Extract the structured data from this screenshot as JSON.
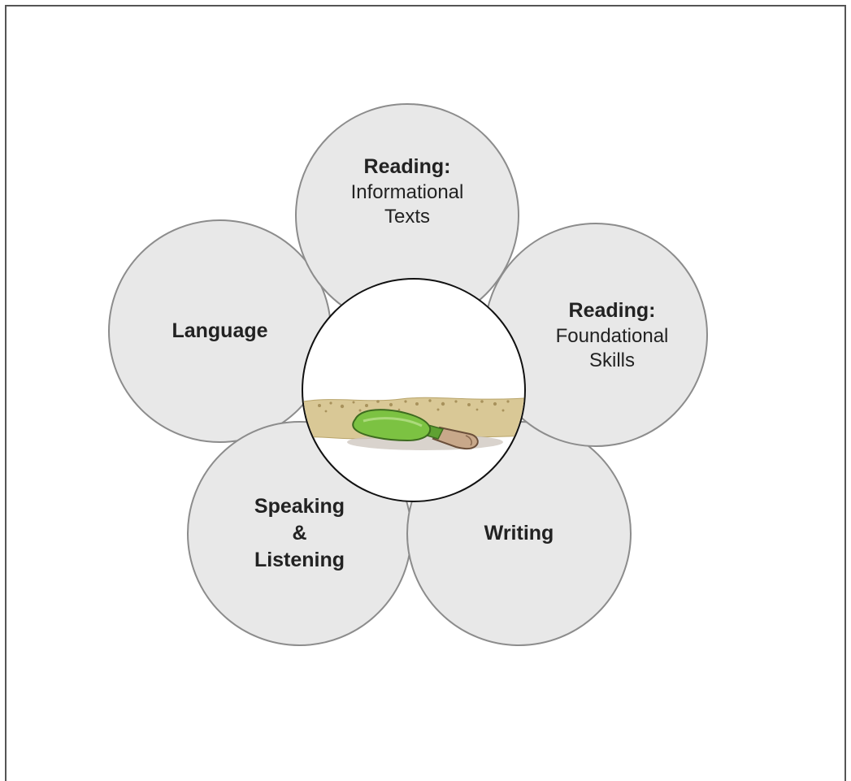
{
  "diagram": {
    "petals": {
      "reading_informational": {
        "title": "Reading:",
        "subtitle_line1": "Informational",
        "subtitle_line2": "Texts"
      },
      "reading_foundational": {
        "title": "Reading:",
        "subtitle_line1": "Foundational",
        "subtitle_line2": "Skills"
      },
      "language": {
        "title": "Language"
      },
      "speaking_listening": {
        "line1": "Speaking",
        "line2": "&",
        "line3": "Listening"
      },
      "writing": {
        "title": "Writing"
      }
    },
    "center_icon": "garden-trowel-in-soil-icon",
    "colors": {
      "petal_fill": "#e8e8e8",
      "petal_stroke": "#8c8c8c",
      "center_stroke": "#111111",
      "trowel_green": "#7cc242",
      "soil": "#d9c896"
    }
  }
}
